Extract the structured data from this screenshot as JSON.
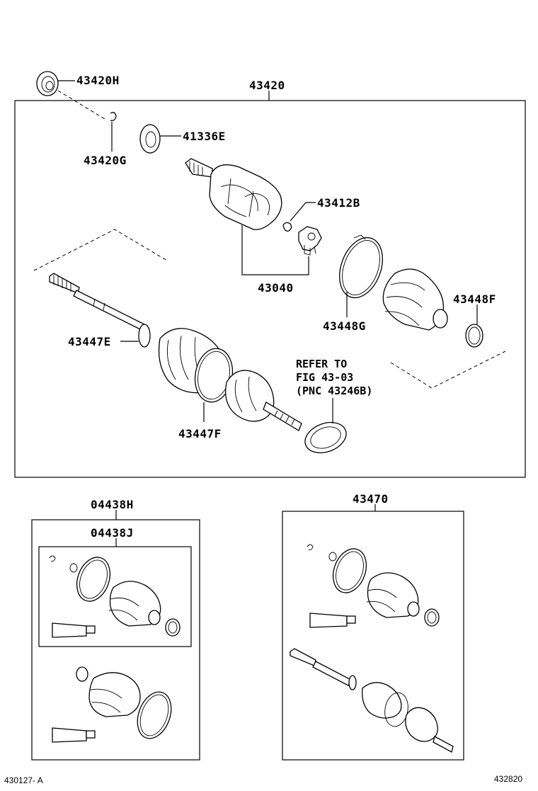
{
  "labels": {
    "p43420h": "43420H",
    "p43420": "43420",
    "p41336e": "41336E",
    "p43420g": "43420G",
    "p43412b": "43412B",
    "p43040": "43040",
    "p43448f": "43448F",
    "p43448g": "43448G",
    "p43447e": "43447E",
    "p43447f": "43447F",
    "p04438h": "04438H",
    "p04438j": "04438J",
    "p43470": "43470"
  },
  "reference_note": {
    "line1": "REFER TO",
    "line2": "FIG 43-03",
    "line3": "(PNC 43246B)"
  },
  "footer": {
    "left_code": "430127- A",
    "right_code": "432820"
  }
}
